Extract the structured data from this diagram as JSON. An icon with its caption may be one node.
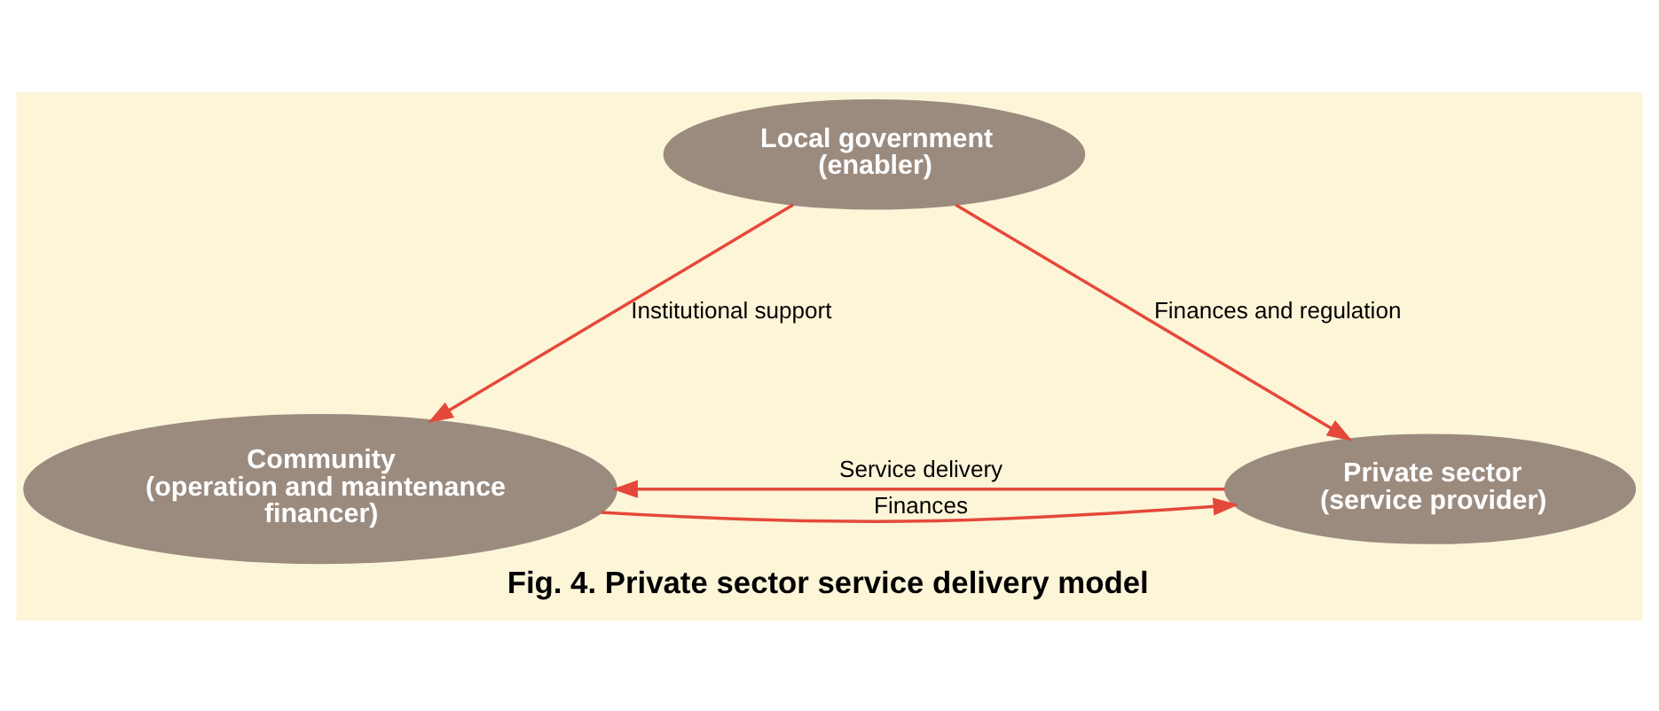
{
  "diagram": {
    "caption": "Fig. 4. Private sector service delivery model",
    "nodes": [
      {
        "text": [
          "Local government (enabler)"
        ]
      },
      {
        "text": [
          "Community (operation and maintenance financer)"
        ]
      },
      {
        "text": [
          "Private sector (service provider)"
        ]
      }
    ],
    "edges": [
      {
        "from": 0,
        "to": 1,
        "arrow": "to",
        "label": "Institutional support"
      },
      {
        "from": 0,
        "to": 2,
        "arrow": "to",
        "label": "Finances and regulation"
      },
      {
        "from": 1,
        "to": 2,
        "arrow": "to",
        "label": "Finances"
      },
      {
        "from": 2,
        "to": 1,
        "arrow": "to",
        "label": "Service delivery"
      }
    ]
  }
}
